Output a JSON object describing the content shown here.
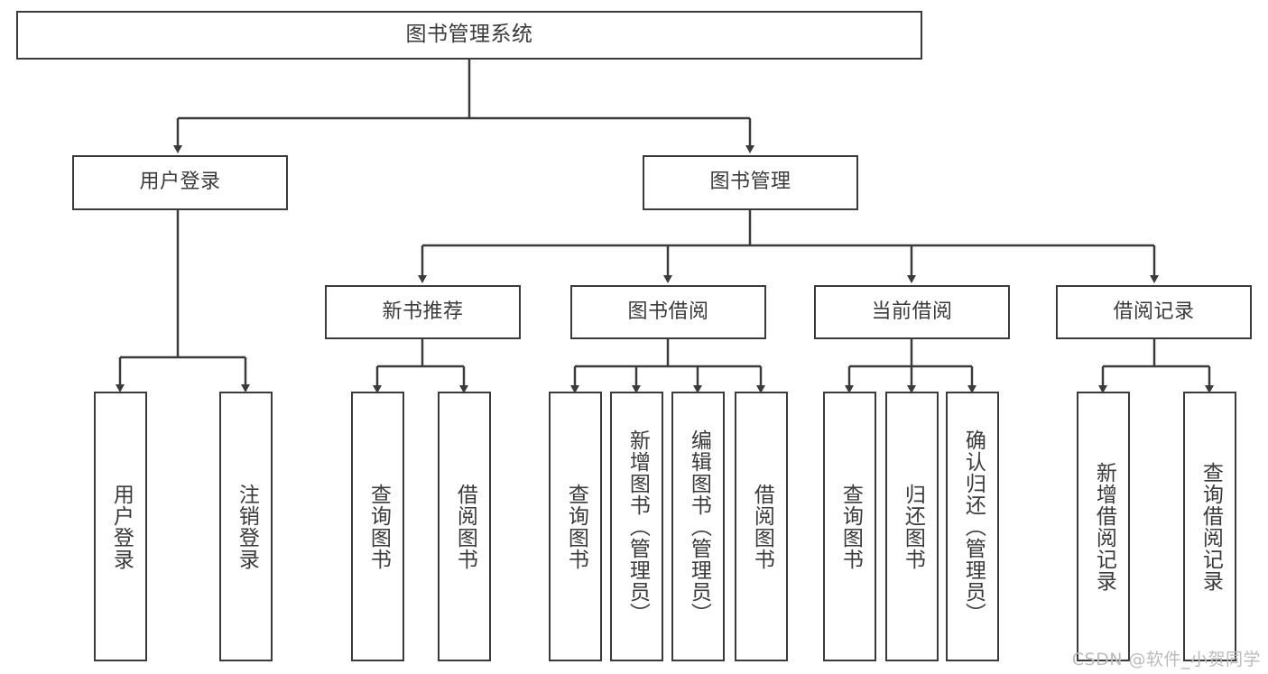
{
  "diagram": {
    "title": "图书管理系统",
    "watermark": "CSDN @软件_小贺同学",
    "colors": {
      "box_border": "#3b3b3d",
      "box_fill": "#ffffff",
      "text": "#3a3a3c",
      "connector": "#3b3b3d",
      "watermark": "#b9bbbd",
      "background": "#ffffff"
    },
    "levels": {
      "root": {
        "label": "图书管理系统"
      },
      "level2": [
        {
          "label": "用户登录"
        },
        {
          "label": "图书管理"
        }
      ],
      "level3": [
        {
          "label": "新书推荐"
        },
        {
          "label": "图书借阅"
        },
        {
          "label": "当前借阅"
        },
        {
          "label": "借阅记录"
        }
      ],
      "leaves": {
        "user_login": [
          {
            "label": "用户登录"
          },
          {
            "label": "注销登录"
          }
        ],
        "new_book_recommend": [
          {
            "label": "查询图书"
          },
          {
            "label": "借阅图书"
          }
        ],
        "book_borrow": [
          {
            "label": "查询图书"
          },
          {
            "label": "新增图书（管理员）"
          },
          {
            "label": "编辑图书（管理员）"
          },
          {
            "label": "借阅图书"
          }
        ],
        "current_borrow": [
          {
            "label": "查询图书"
          },
          {
            "label": "归还图书"
          },
          {
            "label": "确认归还（管理员）"
          }
        ],
        "borrow_record": [
          {
            "label": "新增借阅记录"
          },
          {
            "label": "查询借阅记录"
          }
        ]
      }
    }
  }
}
